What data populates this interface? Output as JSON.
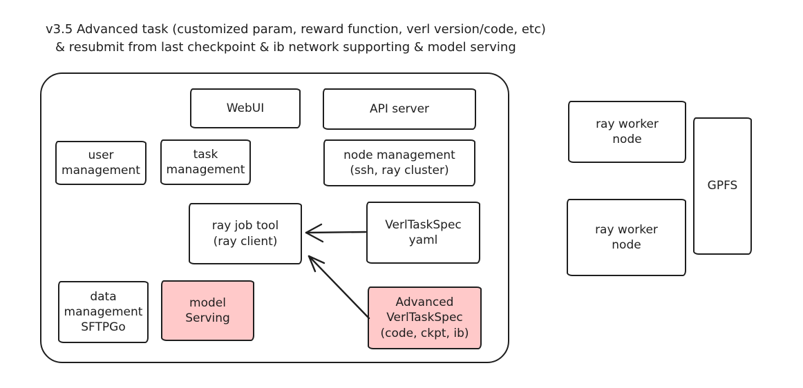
{
  "title": {
    "line1": "v3.5 Advanced task (customized param, reward function, verl version/code, etc)",
    "line2": "& resubmit from last checkpoint & ib network supporting & model serving"
  },
  "colors": {
    "stroke": "#1e1e1e",
    "highlight_fill": "#ffc9c9",
    "background": "#ffffff"
  },
  "diagram": {
    "webui": {
      "label": "WebUI"
    },
    "api_server": {
      "label": "API server"
    },
    "user_management": {
      "label": "user\nmanagement"
    },
    "task_management": {
      "label": "task\nmanagement"
    },
    "node_management": {
      "label": "node management\n(ssh, ray cluster)"
    },
    "ray_job_tool": {
      "label": "ray job tool\n(ray client)"
    },
    "verltaskspec_yaml": {
      "label": "VerlTaskSpec\nyaml"
    },
    "data_management": {
      "label": "data\nmanagement\nSFTPGo"
    },
    "model_serving": {
      "label": "model\nServing"
    },
    "advanced_verltaskspec": {
      "label": "Advanced\nVerlTaskSpec\n(code, ckpt, ib)"
    },
    "ray_worker_node_1": {
      "label": "ray worker\nnode"
    },
    "ray_worker_node_2": {
      "label": "ray worker\nnode"
    },
    "gpfs": {
      "label": "GPFS"
    }
  },
  "arrows": [
    {
      "from": "VerlTaskSpec yaml",
      "to": "ray job tool (ray client)"
    },
    {
      "from": "Advanced VerlTaskSpec (code, ckpt, ib)",
      "to": "ray job tool (ray client)"
    }
  ]
}
